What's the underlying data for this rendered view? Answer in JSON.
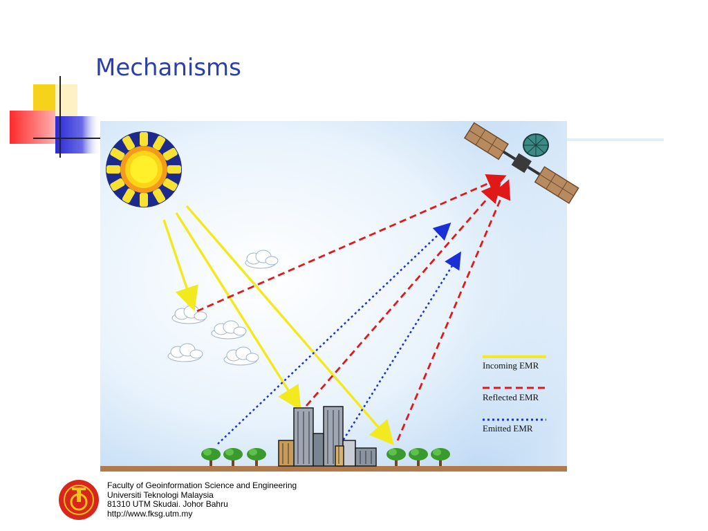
{
  "slide": {
    "title": "Mechanisms"
  },
  "legend": {
    "items": [
      {
        "label": "Incoming EMR",
        "color": "#f2ea1e",
        "style": "solid"
      },
      {
        "label": "Reflected EMR",
        "color": "#e01818",
        "style": "dashed"
      },
      {
        "label": "Emitted EMR",
        "color": "#1a2fd6",
        "style": "dotted"
      }
    ]
  },
  "footer": {
    "line1": "Faculty of Geoinformation Science and Engineering",
    "line2": "Universiti Teknologi Malaysia",
    "line3": "81310 UTM Skudai. Johor Bahru",
    "line4": "http://www.fksg.utm.my"
  },
  "colors": {
    "title": "#2b3fa8",
    "sky_top": "#c8e0f7",
    "ground": "#b07a4a"
  }
}
